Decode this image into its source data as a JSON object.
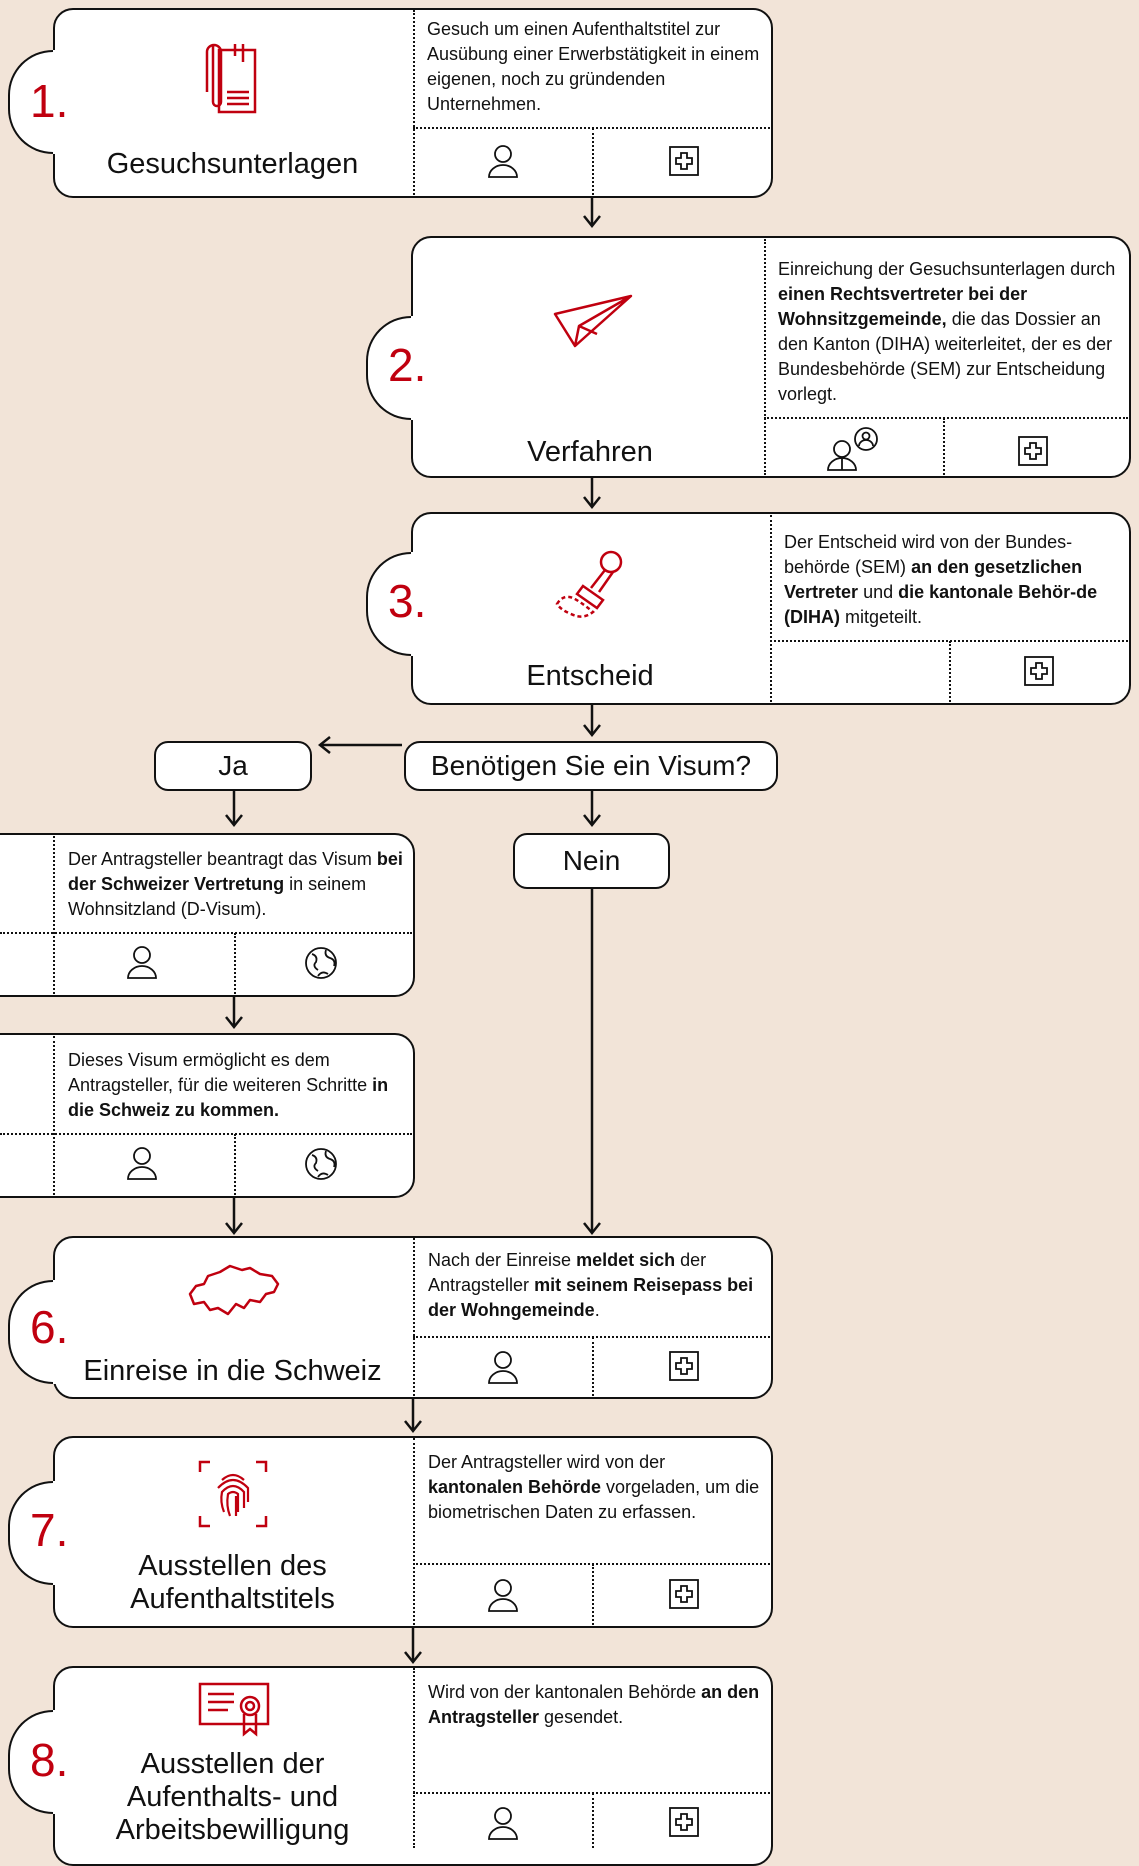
{
  "steps": {
    "s1": {
      "number": "1.",
      "title": "Gesuchsunterlagen",
      "desc": [
        {
          "t": "Gesuch um einen Aufenthaltstitel zur Ausübung einer Erwerbstätigkeit in einem eigenen, noch zu gründenden Unternehmen."
        }
      ]
    },
    "s2": {
      "number": "2.",
      "title": "Verfahren",
      "desc": [
        {
          "t": "Einreichung der Gesuchsunterlagen durch "
        },
        {
          "t": "einen Rechtsvertreter bei der Wohnsitzgemeinde,",
          "b": true
        },
        {
          "t": " die das Dossier an den Kanton (DIHA) weiterleitet, der es der Bundesbehörde (SEM) zur Entscheidung vorlegt."
        }
      ]
    },
    "s3": {
      "number": "3.",
      "title": "Entscheid",
      "desc": [
        {
          "t": "Der Entscheid wird von der Bundes-behörde (SEM) "
        },
        {
          "t": "an den gesetzlichen Vertreter",
          "b": true
        },
        {
          "t": " und "
        },
        {
          "t": "die kantonale Behör-de (DIHA)",
          "b": true
        },
        {
          "t": " mitgeteilt."
        }
      ]
    },
    "s4": {
      "desc": [
        {
          "t": "Der Antragsteller beantragt das Visum "
        },
        {
          "t": "bei der Schweizer Vertretung",
          "b": true
        },
        {
          "t": " in seinem Wohnsitzland (D-Visum)."
        }
      ]
    },
    "s5": {
      "desc": [
        {
          "t": "Dieses Visum ermöglicht es dem Antragsteller, für die weiteren Schritte "
        },
        {
          "t": "in die Schweiz zu kommen.",
          "b": true
        }
      ]
    },
    "s6": {
      "number": "6.",
      "title": "Einreise in die Schweiz",
      "desc": [
        {
          "t": "Nach der Einreise "
        },
        {
          "t": "meldet sich",
          "b": true
        },
        {
          "t": " der Antragsteller "
        },
        {
          "t": "mit seinem Reisepass bei der Wohngemeinde",
          "b": true
        },
        {
          "t": "."
        }
      ]
    },
    "s7": {
      "number": "7.",
      "title": "Ausstellen des Aufenthaltstitels",
      "desc": [
        {
          "t": "Der Antragsteller wird von der "
        },
        {
          "t": "kantonalen Behörde",
          "b": true
        },
        {
          "t": " vorgeladen, um die biometrischen Daten zu erfassen."
        }
      ]
    },
    "s8": {
      "number": "8.",
      "title": "Ausstellen der Aufenthalts- und Arbeitsbewilligung",
      "desc": [
        {
          "t": "Wird von der kantonalen Behörde "
        },
        {
          "t": "an den Antragsteller",
          "b": true
        },
        {
          "t": " gesendet."
        }
      ]
    }
  },
  "decision": {
    "question": "Benötigen Sie ein Visum?",
    "yes": "Ja",
    "no": "Nein"
  },
  "icons": {
    "s1": [
      "document-clip-icon",
      "person-icon",
      "swiss-cross-icon"
    ],
    "s2": [
      "paper-plane-icon",
      "lawyer-person-icon",
      "swiss-cross-icon"
    ],
    "s3": [
      "stamp-icon",
      "swiss-cross-icon"
    ],
    "s4": [
      "person-icon",
      "globe-icon"
    ],
    "s5": [
      "person-icon",
      "globe-icon"
    ],
    "s6": [
      "switzerland-map-icon",
      "person-icon",
      "swiss-cross-icon"
    ],
    "s7": [
      "fingerprint-icon",
      "person-icon",
      "swiss-cross-icon"
    ],
    "s8": [
      "certificate-icon",
      "person-icon",
      "swiss-cross-icon"
    ]
  },
  "colors": {
    "background": "#f2e4d8",
    "accent": "#c0000f",
    "line": "#111111",
    "card": "#ffffff"
  }
}
